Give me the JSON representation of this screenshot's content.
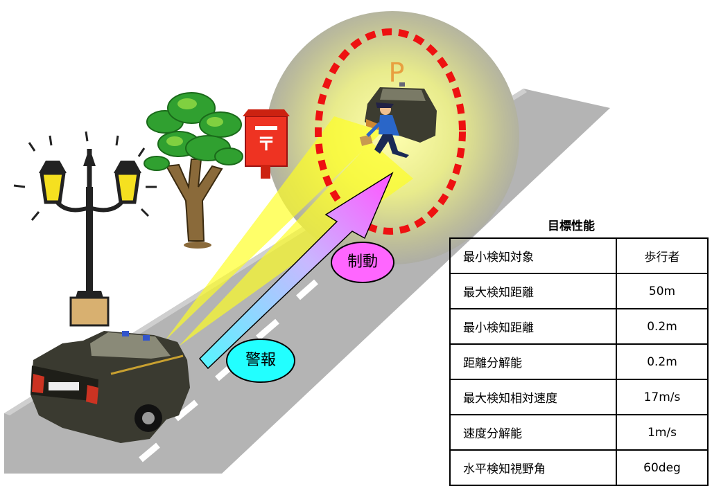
{
  "labels": {
    "parking": "P",
    "brake": "制動",
    "warning": "警報",
    "mailbox_mark": "〒"
  },
  "spec": {
    "title": "目標性能",
    "rows": [
      {
        "item": "最小検知対象",
        "value": "歩行者"
      },
      {
        "item": "最大検知距離",
        "value": "50m"
      },
      {
        "item": "最小検知距離",
        "value": "0.2m"
      },
      {
        "item": "距離分解能",
        "value": "0.2m"
      },
      {
        "item": "最大検知相対速度",
        "value": "17m/s"
      },
      {
        "item": "速度分解能",
        "value": "1m/s"
      },
      {
        "item": "水平検知視野角",
        "value": "60deg"
      }
    ]
  },
  "colors": {
    "road": "#b4b4b4",
    "glow": "#f3f5a0",
    "beam": "#ffff33",
    "ring": "#ee1111",
    "brake_bubble": "#ff66ff",
    "warning_bubble": "#22ffff",
    "parking_letter": "#e8a040"
  }
}
